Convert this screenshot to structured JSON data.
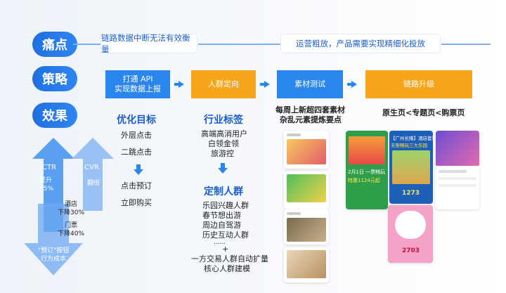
{
  "rows": {
    "pain": "痛点",
    "strategy": "策略",
    "effect": "效果"
  },
  "pain": {
    "left": "链路数据中断无法有效衡量",
    "right": "运营粗放，产品需要实现精细化投放"
  },
  "strategy": {
    "step1": [
      "打通 API",
      "实现数据上报"
    ],
    "step2": "人群定向",
    "step3": "素材测试",
    "step4": "链路升级"
  },
  "col1": {
    "title": "优化目标",
    "items": [
      "外层点击",
      "二跳点击"
    ],
    "after": [
      "点击预订",
      "立即购买"
    ]
  },
  "col2": {
    "title": "行业标签",
    "items": [
      "高端高消用户",
      "白领金领",
      "旅游控"
    ],
    "title2": "定制人群",
    "items2": [
      "乐园兴趣人群",
      "春节想出游",
      "周边自驾游",
      "历史互动人群"
    ],
    "dots": "......",
    "plus": "+",
    "extra": [
      "一方交易人群自动扩量",
      "核心人群建模"
    ]
  },
  "col3": {
    "lines": [
      "每周上新超四套素材",
      "杂乱元素提炼要点"
    ]
  },
  "col4": {
    "line": "原生页<专题页<购票页"
  },
  "metrics": {
    "ctr": {
      "name": "CTR",
      "desc": [
        "提升",
        "75%"
      ]
    },
    "cvr": {
      "name": "CVR",
      "desc": [
        "翻倍"
      ]
    },
    "hotel": [
      "酒店",
      "下降30%"
    ],
    "ticket": [
      "门票",
      "下降40%"
    ],
    "bottom": [
      "\"预订\"按钮",
      "行为成本"
    ]
  },
  "creatives": {
    "promo1": "2月1日 一票畅玩",
    "promo2": "特惠1124元起",
    "price1": "1273",
    "price2": "2703",
    "banner1": "【广州长隆】酒店套票",
    "banner2": "无限畅玩三大乐园"
  },
  "colors": {
    "accent": "#2a86ec",
    "orange": "#f7a51c",
    "label": "#1f6fe0"
  }
}
